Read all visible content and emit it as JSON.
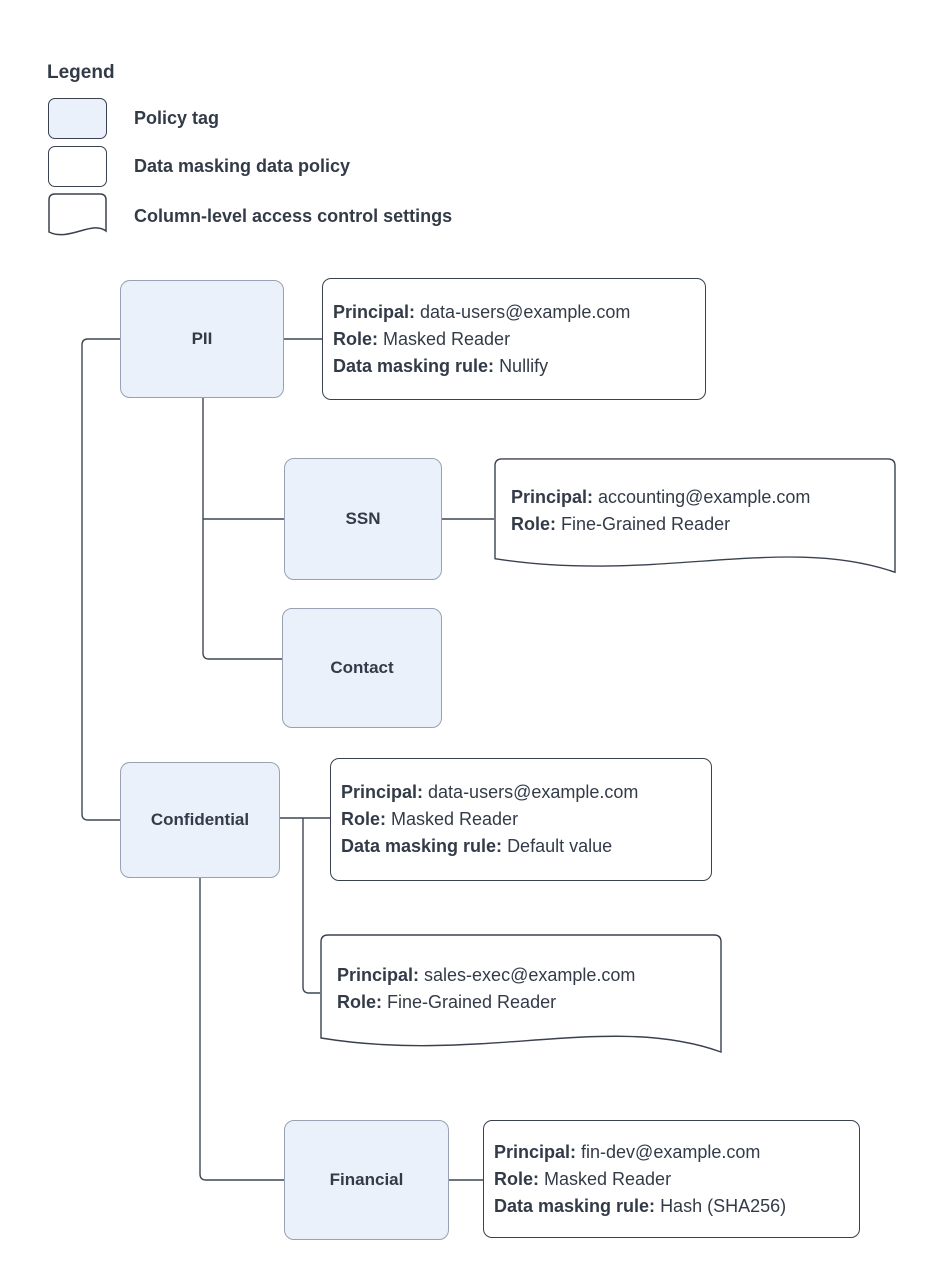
{
  "legend": {
    "title": "Legend",
    "items": [
      {
        "shape": "policy-tag",
        "label": "Policy tag"
      },
      {
        "shape": "data-policy",
        "label": "Data masking data policy"
      },
      {
        "shape": "document",
        "label": "Column-level access control settings"
      }
    ]
  },
  "colors": {
    "tag_fill": "#ebf1fb",
    "tag_border": "#99a2b2",
    "box_border": "#3a414e",
    "text": "#333b48",
    "line": "#3f4653"
  },
  "nodes": {
    "pii": {
      "label": "PII"
    },
    "ssn": {
      "label": "SSN"
    },
    "contact": {
      "label": "Contact"
    },
    "confidential": {
      "label": "Confidential"
    },
    "financial": {
      "label": "Financial"
    },
    "policy_pii": {
      "lines": [
        {
          "k": "Principal:",
          "v": "data-users@example.com"
        },
        {
          "k": "Role:",
          "v": "Masked Reader"
        },
        {
          "k": "Data masking rule:",
          "v": "Nullify"
        }
      ]
    },
    "acl_ssn": {
      "lines": [
        {
          "k": "Principal:",
          "v": "accounting@example.com"
        },
        {
          "k": "Role:",
          "v": "Fine-Grained Reader"
        }
      ]
    },
    "policy_confidential": {
      "lines": [
        {
          "k": "Principal:",
          "v": "data-users@example.com"
        },
        {
          "k": "Role:",
          "v": "Masked Reader"
        },
        {
          "k": "Data masking rule:",
          "v": "Default value"
        }
      ]
    },
    "acl_confidential": {
      "lines": [
        {
          "k": "Principal:",
          "v": "sales-exec@example.com"
        },
        {
          "k": "Role:",
          "v": "Fine-Grained Reader"
        }
      ]
    },
    "policy_financial": {
      "lines": [
        {
          "k": "Principal:",
          "v": "fin-dev@example.com"
        },
        {
          "k": "Role:",
          "v": "Masked Reader"
        },
        {
          "k": "Data masking rule:",
          "v": "Hash (SHA256)"
        }
      ]
    }
  }
}
